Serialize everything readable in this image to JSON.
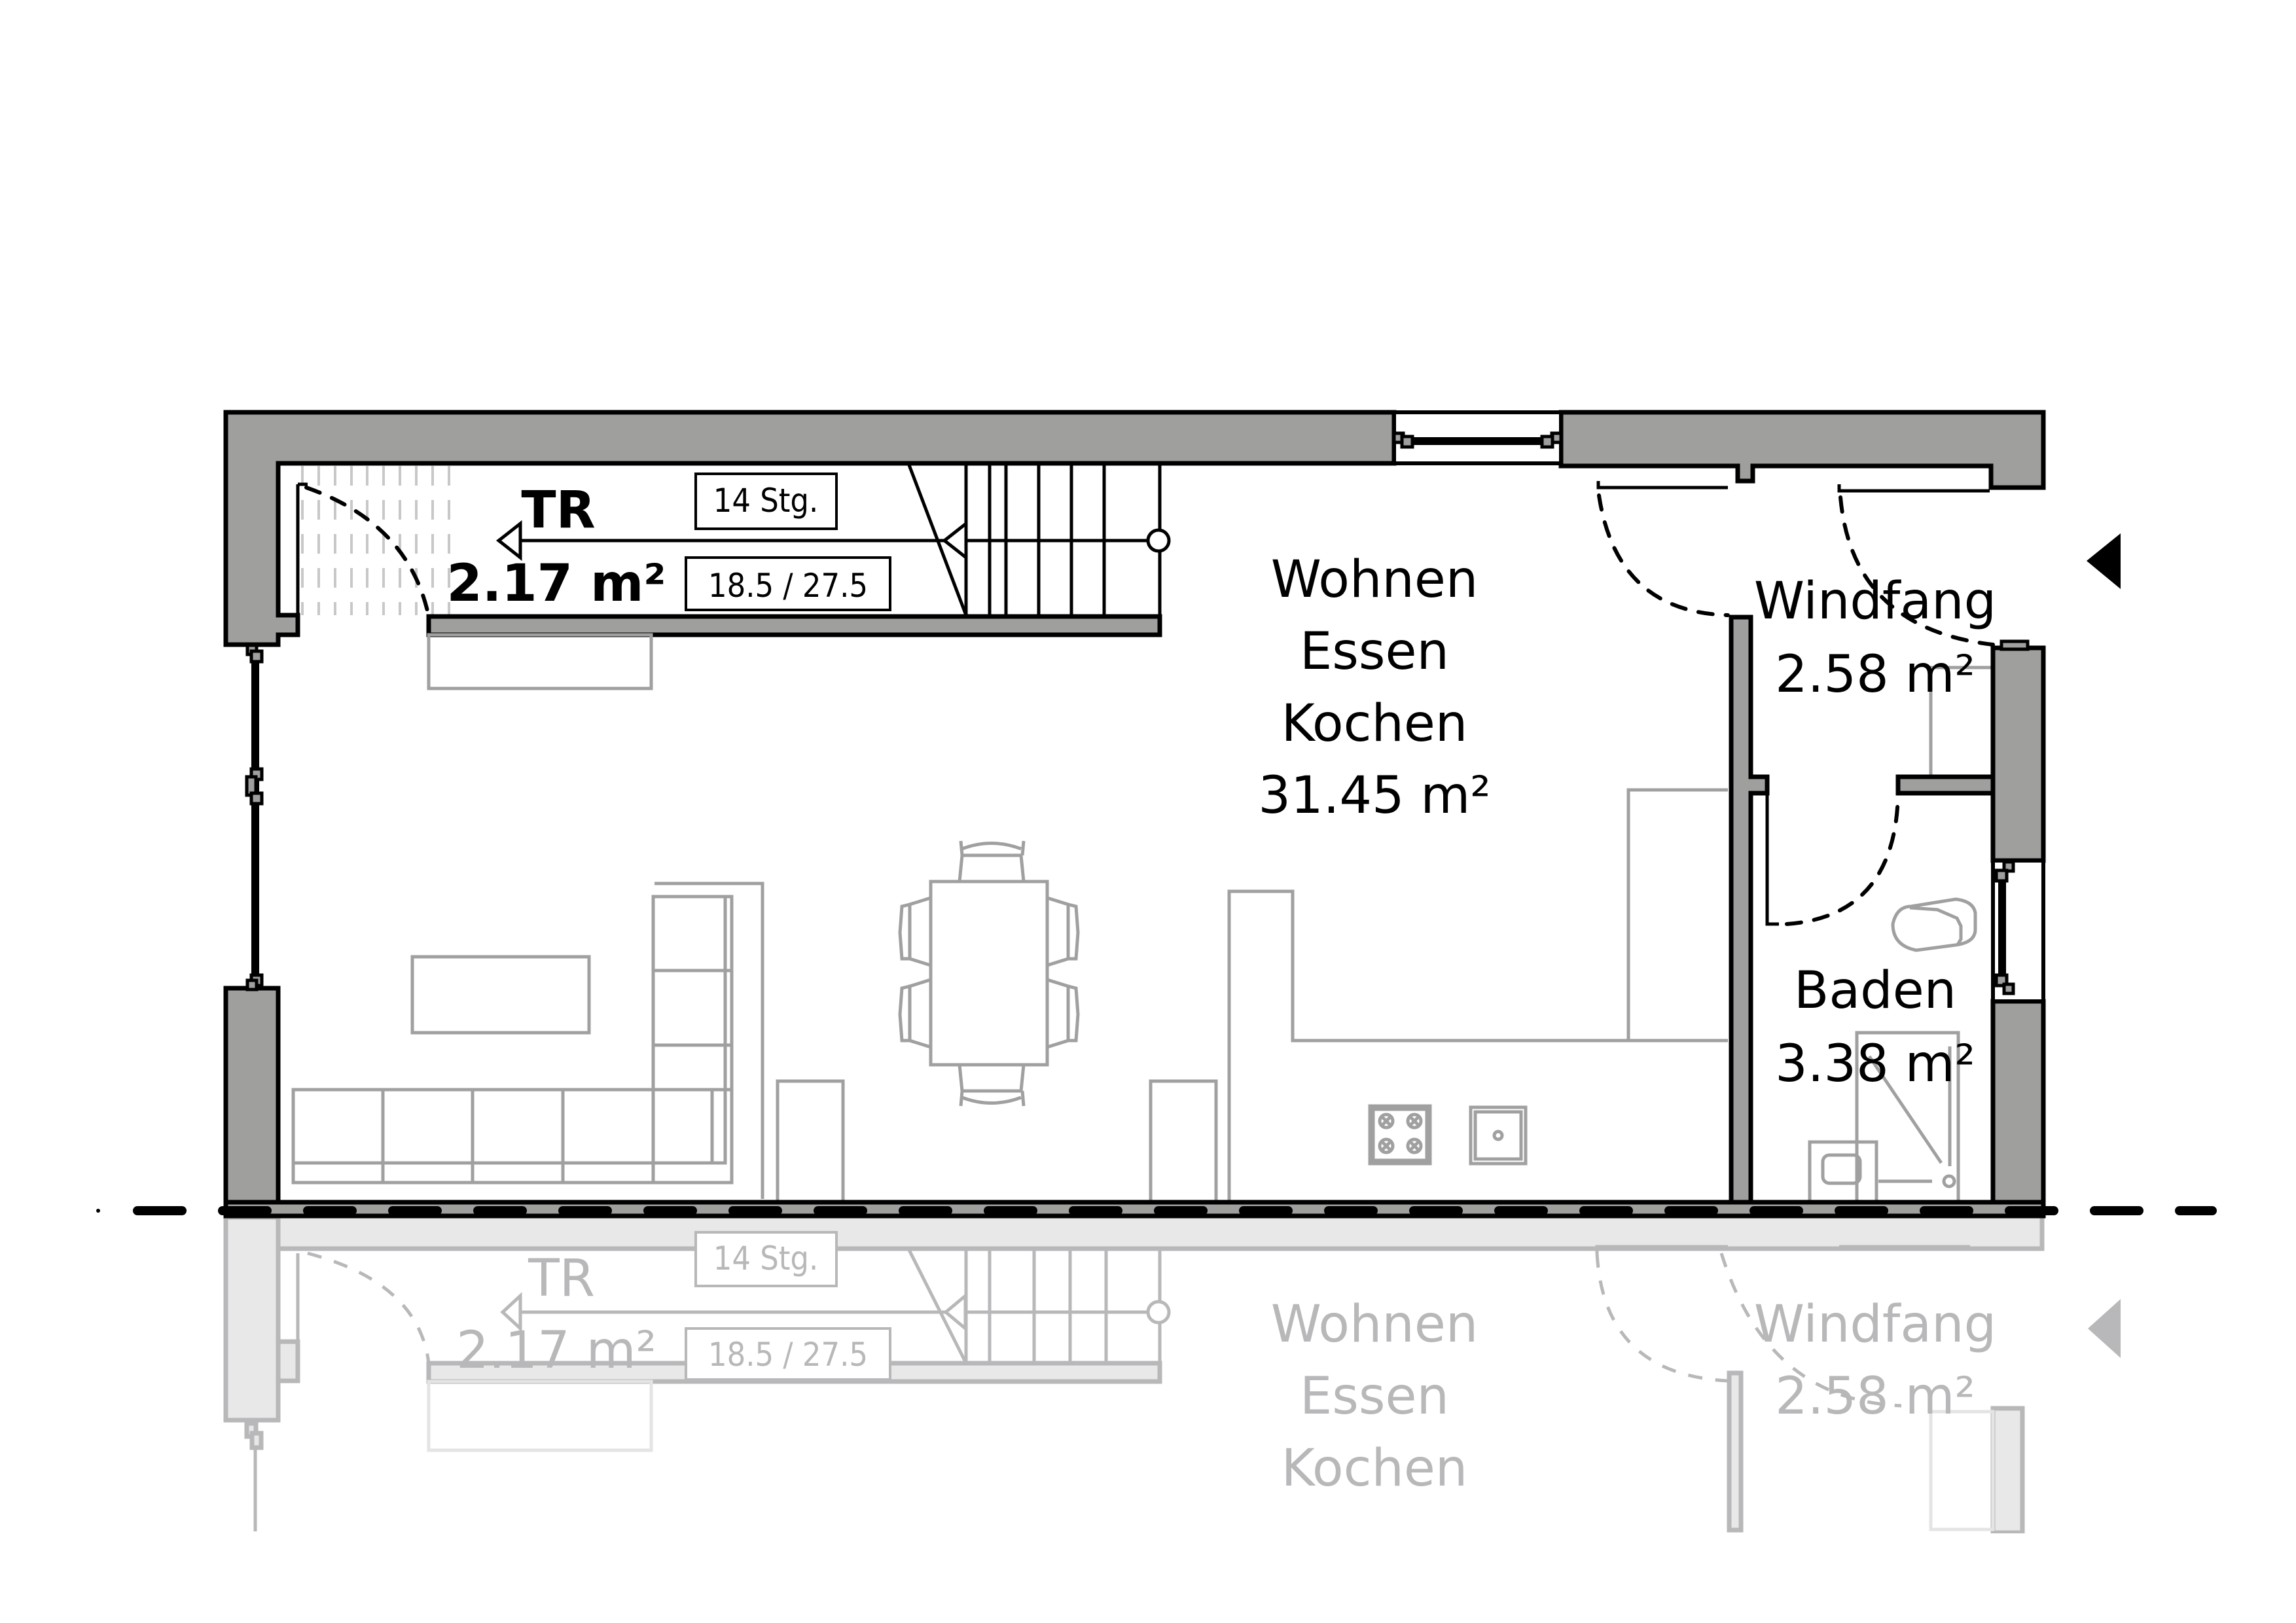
{
  "plan": {
    "type": "floor-plan",
    "floor": "ground floor",
    "wall_fill": "#9f9f9e",
    "wall_stroke": "#000000",
    "furniture_stroke": "#a0a0a0",
    "ghost_color": "#b8b7b9",
    "cut_line_style": "dashed black"
  },
  "rooms": {
    "stair": {
      "code": "TR",
      "area": "2.17 m²",
      "steps_tag": "14 Stg.",
      "rise_run_tag": "18.5 / 27.5"
    },
    "living": {
      "line1": "Wohnen",
      "line2": "Essen",
      "line3": "Kochen",
      "area": "31.45 m²"
    },
    "vestibule": {
      "name": "Windfang",
      "area": "2.58 m²"
    },
    "bathroom": {
      "name": "Baden",
      "area": "3.38 m²"
    }
  },
  "ghost": {
    "stair": {
      "code": "TR",
      "area": "2.17 m²",
      "steps_tag": "14 Stg.",
      "rise_run_tag": "18.5 / 27.5"
    },
    "living": {
      "line1": "Wohnen",
      "line2": "Essen",
      "line3": "Kochen"
    },
    "vestibule": {
      "name": "Windfang",
      "area": "2.58 m²"
    }
  },
  "icons": {
    "entrance": "entrance-arrow-icon",
    "stair_direction": "stair-direction-arrow-icon",
    "north": "none"
  }
}
